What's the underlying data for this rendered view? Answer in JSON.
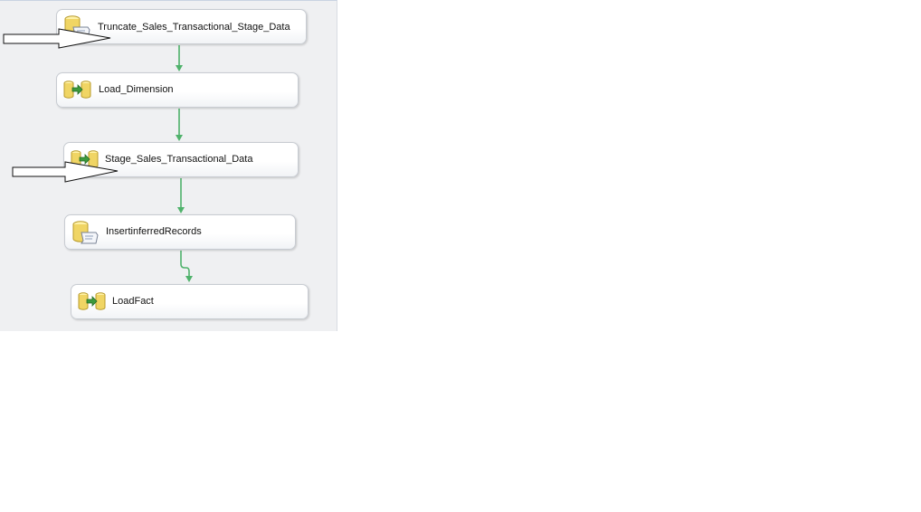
{
  "tasks": [
    {
      "id": "truncate",
      "label": "Truncate_Sales_Transactional_Stage_Data",
      "icon": "sql-task-icon"
    },
    {
      "id": "load-dim",
      "label": "Load_Dimension",
      "icon": "data-flow-task-icon"
    },
    {
      "id": "stage",
      "label": "Stage_Sales_Transactional_Data",
      "icon": "data-flow-task-icon"
    },
    {
      "id": "insert",
      "label": "InsertinferredRecords",
      "icon": "sql-task-icon"
    },
    {
      "id": "loadfact",
      "label": "LoadFact",
      "icon": "data-flow-task-icon"
    }
  ],
  "colors": {
    "precedence_success": "#4fb26b",
    "canvas": "#eff0f2",
    "annotation_arrow": "#ffffff"
  }
}
